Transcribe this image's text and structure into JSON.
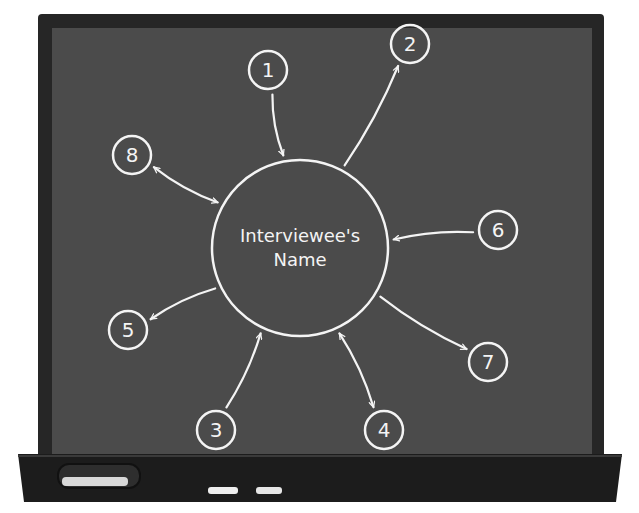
{
  "diagram": {
    "nodes": [
      {
        "text": [
          "1"
        ]
      },
      {
        "text": [
          "2"
        ]
      },
      {
        "text": [
          "8"
        ]
      },
      {
        "text": [
          "Interviewee's Name"
        ]
      },
      {
        "text": [
          "6"
        ]
      },
      {
        "text": [
          "5"
        ]
      },
      {
        "text": [
          "7"
        ]
      },
      {
        "text": [
          "3"
        ]
      },
      {
        "text": [
          "4"
        ]
      }
    ],
    "edges": [
      {
        "from": 0,
        "to": 3,
        "arrow": "to"
      },
      {
        "from": 3,
        "to": 1,
        "arrow": "to"
      },
      {
        "from": 2,
        "to": 3,
        "arrow": "both"
      },
      {
        "from": 4,
        "to": 3,
        "arrow": "to"
      },
      {
        "from": 3,
        "to": 5,
        "arrow": "to"
      },
      {
        "from": 3,
        "to": 6,
        "arrow": "to"
      },
      {
        "from": 7,
        "to": 3,
        "arrow": "to"
      },
      {
        "from": 8,
        "to": 3,
        "arrow": "both"
      }
    ]
  }
}
